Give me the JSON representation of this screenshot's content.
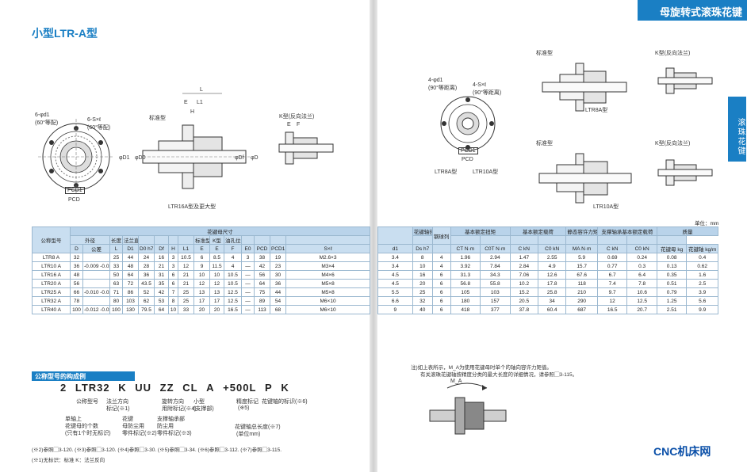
{
  "left_title": "小型LTR-A型",
  "header_band": "母旋转式滚珠花键",
  "side_tab": "滚珠花键",
  "brand": "CNC机床网",
  "drawing_left": {
    "hole_note": "6-φd1",
    "hole_note_sub": "(60°等配)",
    "tap_note": "6-S×ℓ",
    "tap_note_sub": "(60°等配)",
    "pcd1": "PCD1",
    "pcd": "PCD",
    "std_label": "标准型",
    "k_label": "K型(反向法兰)",
    "dims": [
      "L",
      "E",
      "L1",
      "H",
      "φD1",
      "φD0",
      "φDf",
      "φD",
      "E",
      "F"
    ],
    "caption": "LTR16A型及更大型"
  },
  "drawing_right": {
    "hole_note": "4-φd1",
    "hole_note_sub": "(90°等距离)",
    "tap_note": "4-S×ℓ",
    "tap_note_sub": "(90°等距离)",
    "pcd1": "PCD1",
    "pcd": "PCD",
    "std_label": "标准型",
    "k_label": "K型(反向法兰)",
    "caption_ltr8": "LTR8A型",
    "caption_small": "LTR8A型",
    "caption_small2": "LTR10A型",
    "caption_ltr10": "LTR10A型"
  },
  "unit_note": "单位：mm",
  "table": {
    "col_model": "公称型号",
    "group_nut": "花键母尺寸",
    "sub_outer": "外径",
    "sub_length": "长度",
    "sub_flange": "法兰直径",
    "sub_std": "标准型",
    "sub_k": "K型",
    "sub_oil": "油孔位置",
    "cols_left": [
      "D",
      "公差",
      "L",
      "D1",
      "D0 h7",
      "Df",
      "H",
      "L1",
      "E",
      "E",
      "F",
      "E0",
      "PCD",
      "PCD1",
      "S×ℓ"
    ],
    "group_shaft": "花键轴径",
    "group_torque": "基本额定扭矩",
    "group_load": "基本额定载荷",
    "group_static": "静态容许力矩",
    "group_bearing": "支撑轴承基本额定载荷",
    "group_mass": "质量",
    "col_ball": "钢球列",
    "cols_right": [
      "d1",
      "Ds h7",
      "",
      "CT N·m",
      "C0T N·m",
      "C kN",
      "C0 kN",
      "MA N·m",
      "C kN",
      "C0 kN",
      "花键母 kg",
      "花键轴 kg/m"
    ],
    "rows_left": [
      [
        "LTR8 A",
        "32",
        "",
        "25",
        "44",
        "24",
        "16",
        "3",
        "10.5",
        "6",
        "8.5",
        "4",
        "3",
        "38",
        "19",
        "M2.6×3"
      ],
      [
        "LTR10 A",
        "36",
        "-0.009 -0.025",
        "33",
        "48",
        "28",
        "21",
        "3",
        "12",
        "9",
        "11.5",
        "4",
        "—",
        "42",
        "23",
        "M3×4"
      ],
      [
        "LTR16 A",
        "48",
        "",
        "50",
        "64",
        "36",
        "31",
        "6",
        "21",
        "10",
        "10",
        "10.5",
        "—",
        "56",
        "30",
        "M4×6"
      ],
      [
        "LTR20 A",
        "56",
        "",
        "63",
        "72",
        "43.5",
        "35",
        "6",
        "21",
        "12",
        "12",
        "10.5",
        "—",
        "64",
        "36",
        "M5×8"
      ],
      [
        "LTR25 A",
        "66",
        "-0.010 -0.029",
        "71",
        "86",
        "52",
        "42",
        "7",
        "25",
        "13",
        "13",
        "12.5",
        "—",
        "75",
        "44",
        "M5×8"
      ],
      [
        "LTR32 A",
        "78",
        "",
        "80",
        "103",
        "62",
        "53",
        "8",
        "25",
        "17",
        "17",
        "12.5",
        "—",
        "89",
        "54",
        "M6×10"
      ],
      [
        "LTR40 A",
        "100",
        "-0.012 -0.034",
        "100",
        "130",
        "79.5",
        "64",
        "10",
        "33",
        "20",
        "20",
        "16.5",
        "—",
        "113",
        "68",
        "M6×10"
      ]
    ],
    "rows_right": [
      [
        "3.4",
        "8",
        "4",
        "1.96",
        "2.94",
        "1.47",
        "2.55",
        "5.9",
        "0.69",
        "0.24",
        "0.08",
        "0.4"
      ],
      [
        "3.4",
        "10",
        "4",
        "3.92",
        "7.84",
        "2.84",
        "4.9",
        "15.7",
        "0.77",
        "0.3",
        "0.13",
        "0.62"
      ],
      [
        "4.5",
        "16",
        "6",
        "31.3",
        "34.3",
        "7.06",
        "12.6",
        "67.6",
        "6.7",
        "6.4",
        "0.35",
        "1.6"
      ],
      [
        "4.5",
        "20",
        "6",
        "56.8",
        "55.8",
        "10.2",
        "17.8",
        "118",
        "7.4",
        "7.8",
        "0.51",
        "2.5"
      ],
      [
        "5.5",
        "25",
        "6",
        "105",
        "103",
        "15.2",
        "25.8",
        "210",
        "9.7",
        "10.6",
        "0.79",
        "3.9"
      ],
      [
        "6.6",
        "32",
        "6",
        "180",
        "157",
        "20.5",
        "34",
        "290",
        "12",
        "12.5",
        "1.25",
        "5.6"
      ],
      [
        "9",
        "40",
        "6",
        "418",
        "377",
        "37.8",
        "60.4",
        "687",
        "16.5",
        "20.7",
        "2.51",
        "9.9"
      ]
    ]
  },
  "notes_right": {
    "note1": "注)如上表所示，M_A为使用花键母时单个的轴向容许力矩值。",
    "note2": "有关滚珠花键轴按精度分类的最大长度的详细情况，请参照▢3-115。",
    "ma_label": "M_A"
  },
  "order": {
    "title": "公称型号的构成例",
    "segments": [
      "2",
      "LTR32",
      "K",
      "UU",
      "ZZ",
      "CL",
      "A",
      "+500L",
      "P",
      "K"
    ],
    "labels": {
      "model": "公称型号",
      "flange_dir": "法兰方向",
      "flange_dir2": "标记(※1)",
      "rotate_dir": "旋转方向",
      "seal": "用附标记(※4)",
      "small": "小型",
      "support": "(支撑部)",
      "precision": "精度标记",
      "precision2": "(※5)",
      "shaft_mark": "花键轴的标识(※6)",
      "single": "单轴上",
      "nut_count": "花键母的个数",
      "nut_count2": "(只有1个时无标识)",
      "nut": "花键",
      "nut2": "母防尘用",
      "nut3": "零件标记(※2)",
      "bearing": "支撑轴承部",
      "bearing2": "防尘用",
      "bearing3": "零件标记(※3)",
      "total_len": "花键轴总长度(※7)",
      "total_len2": "(单位mm)"
    },
    "footnotes": "(※2)参照▢3-120.  (※3)参照▢3-120.  (※4)参照▢3-30.  (※5)参照▢3-34.  (※6)参照▢3-112.  (※7)参照▢3-115.",
    "footnote2": "(※1)无标识：标准  K：法兰反向"
  }
}
